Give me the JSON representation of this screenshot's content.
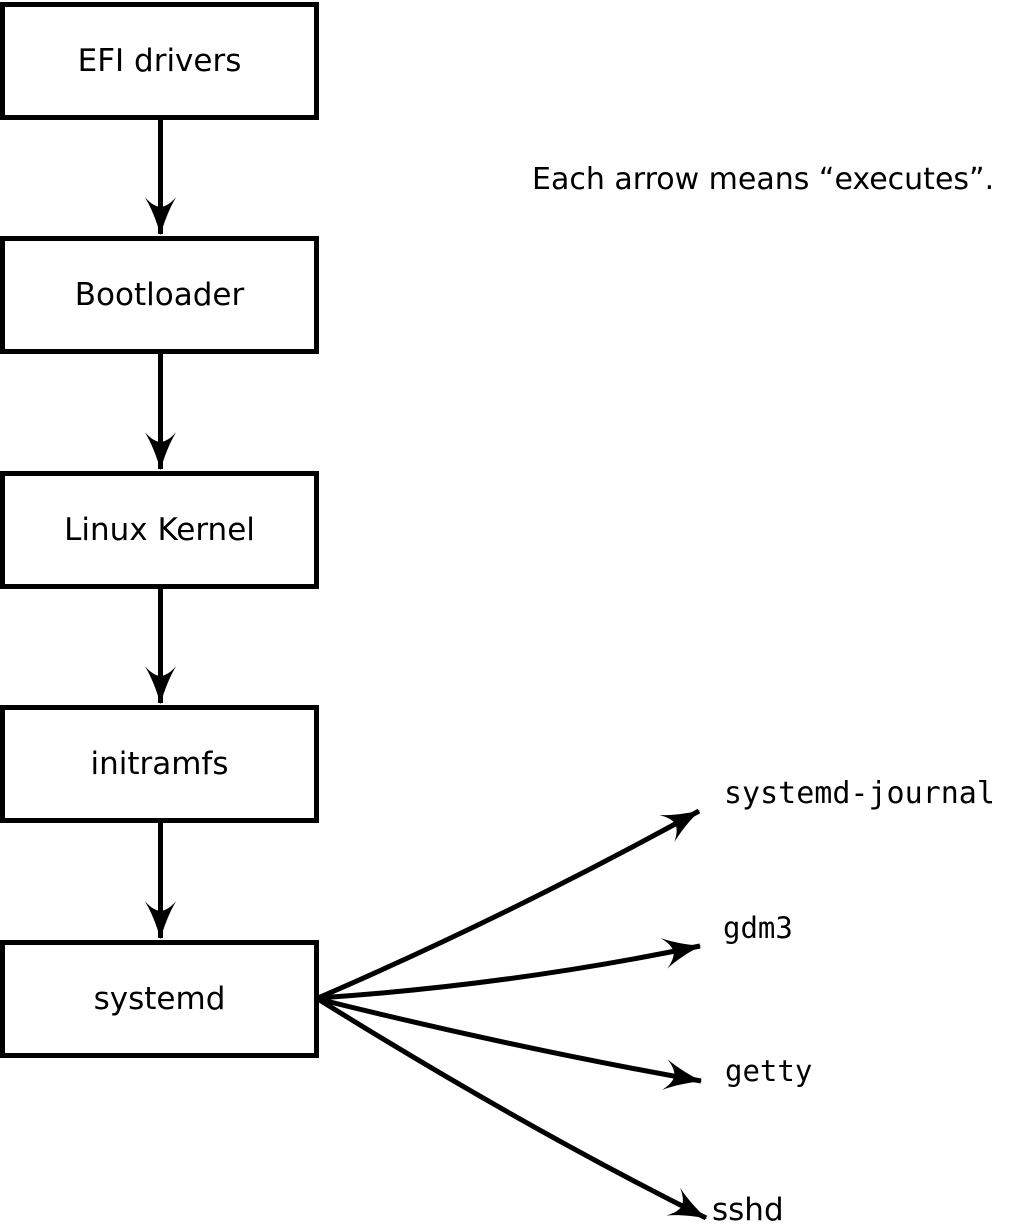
{
  "diagram": {
    "title_note": "Each arrow means “executes”.",
    "arrow_meaning": "executes",
    "chain": [
      {
        "label": "EFI drivers"
      },
      {
        "label": "Bootloader"
      },
      {
        "label": "Linux Kernel"
      },
      {
        "label": "initramfs"
      },
      {
        "label": "systemd"
      }
    ],
    "spawned": [
      {
        "label": "systemd-journal"
      },
      {
        "label": "gdm3"
      },
      {
        "label": "getty"
      },
      {
        "label": "sshd"
      }
    ],
    "colors": {
      "stroke": "#000000",
      "background": "#ffffff",
      "box_fill": "#ffffff"
    }
  }
}
